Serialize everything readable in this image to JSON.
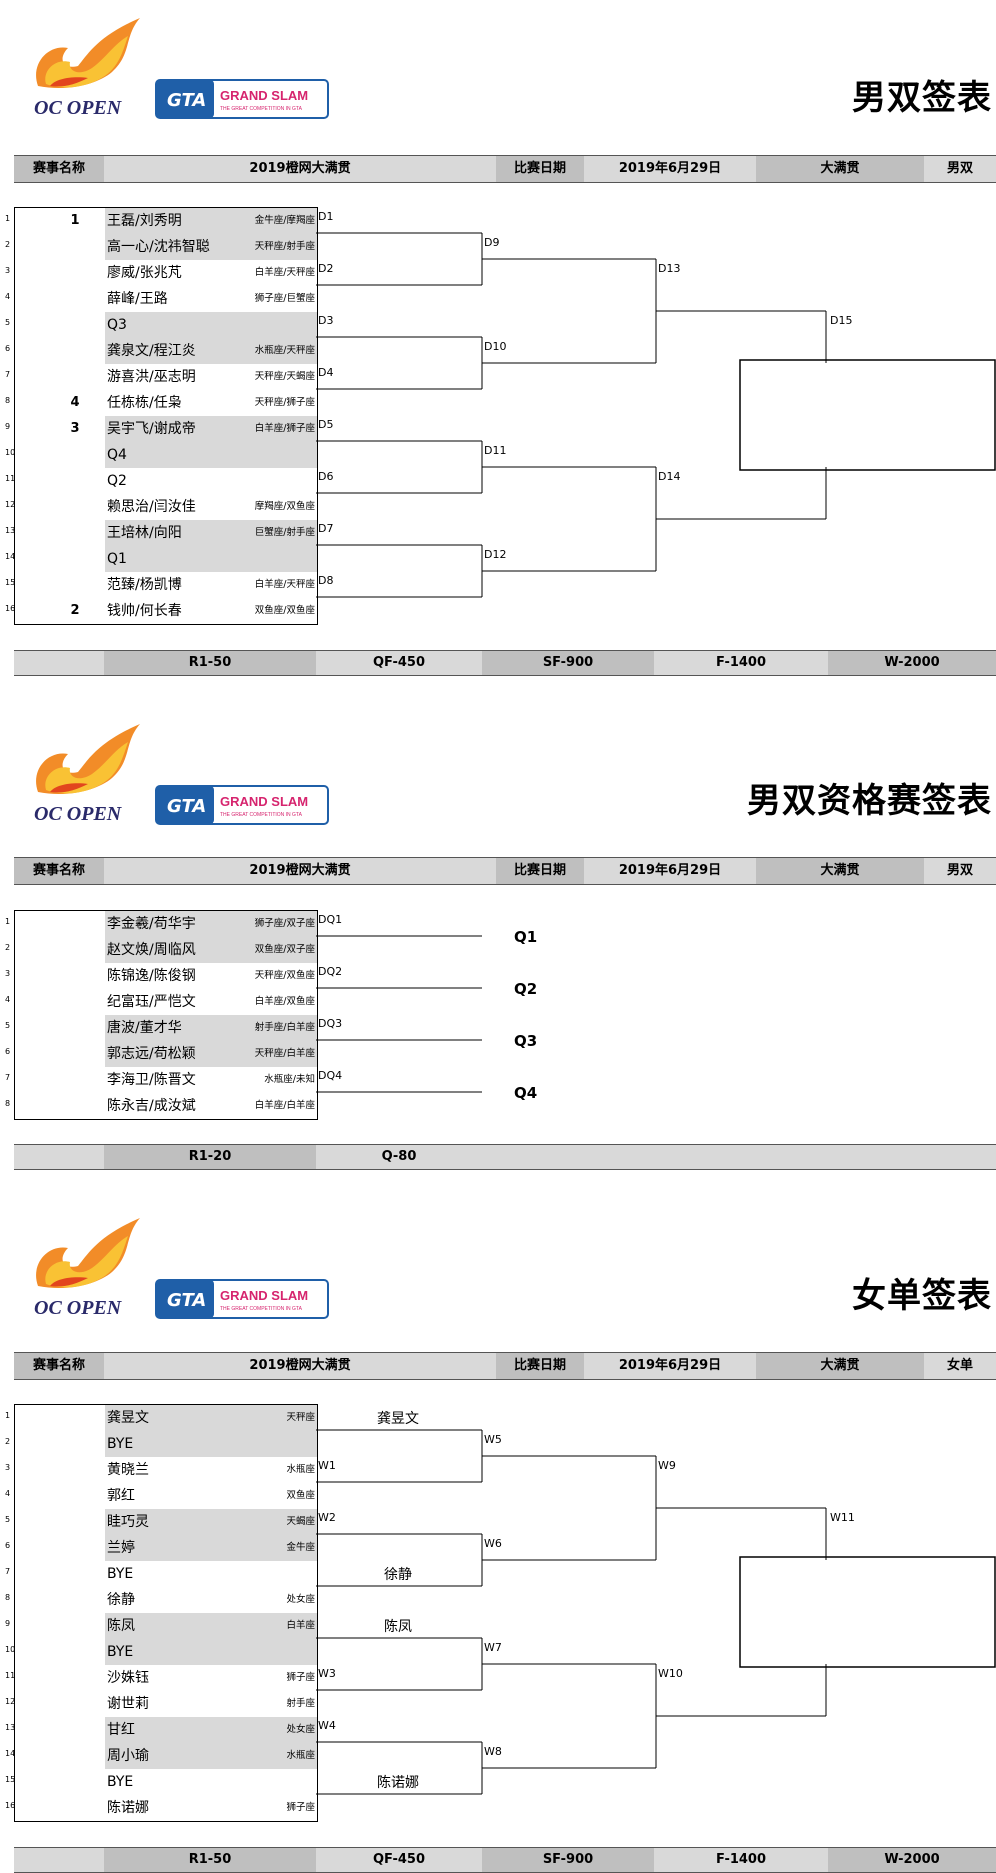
{
  "logo": {
    "oc_text": "OC OPEN",
    "gta_text": "GTA",
    "grand_slam": "GRAND SLAM",
    "tagline": "THE GREAT COMPETITION IN GTA"
  },
  "colors": {
    "header_gray": "#d9d9d9",
    "header_dark": "#bfbfbf",
    "flame_orange": "#f28c28",
    "gta_blue": "#1f5fa8",
    "gs_pink": "#d6246e"
  },
  "info_labels": {
    "event_name": "赛事名称",
    "event_value": "2019橙网大满贯",
    "date_label": "比赛日期",
    "date_value": "2019年6月29日",
    "level": "大满贯"
  },
  "sections": [
    {
      "title": "男双签表",
      "category": "男双",
      "points": [
        "R1-50",
        "QF-450",
        "SF-900",
        "F-1400",
        "W-2000"
      ],
      "rows": [
        {
          "n": "1",
          "seed": "1",
          "name": "王磊/刘秀明",
          "zodiac": "金牛座/摩羯座"
        },
        {
          "n": "2",
          "seed": "",
          "name": "高一心/沈祎智聪",
          "zodiac": "天秤座/射手座"
        },
        {
          "n": "3",
          "seed": "",
          "name": "廖威/张兆芃",
          "zodiac": "白羊座/天秤座"
        },
        {
          "n": "4",
          "seed": "",
          "name": "薛峰/王路",
          "zodiac": "狮子座/巨蟹座"
        },
        {
          "n": "5",
          "seed": "",
          "name": "Q3",
          "zodiac": ""
        },
        {
          "n": "6",
          "seed": "",
          "name": "龚泉文/程江炎",
          "zodiac": "水瓶座/天秤座"
        },
        {
          "n": "7",
          "seed": "",
          "name": "游喜洪/巫志明",
          "zodiac": "天秤座/天蝎座"
        },
        {
          "n": "8",
          "seed": "4",
          "name": "任栋栋/任枭",
          "zodiac": "天秤座/狮子座"
        },
        {
          "n": "9",
          "seed": "3",
          "name": "吴宇飞/谢成帝",
          "zodiac": "白羊座/狮子座"
        },
        {
          "n": "10",
          "seed": "",
          "name": "Q4",
          "zodiac": ""
        },
        {
          "n": "11",
          "seed": "",
          "name": "Q2",
          "zodiac": ""
        },
        {
          "n": "12",
          "seed": "",
          "name": "赖思治/闫汝佳",
          "zodiac": "摩羯座/双鱼座"
        },
        {
          "n": "13",
          "seed": "",
          "name": "王培林/向阳",
          "zodiac": "巨蟹座/射手座"
        },
        {
          "n": "14",
          "seed": "",
          "name": "Q1",
          "zodiac": ""
        },
        {
          "n": "15",
          "seed": "",
          "name": "范臻/杨凯博",
          "zodiac": "白羊座/天秤座"
        },
        {
          "n": "16",
          "seed": "2",
          "name": "钱帅/何长春",
          "zodiac": "双鱼座/双鱼座"
        }
      ],
      "r1_labels": [
        "D1",
        "D2",
        "D3",
        "D4",
        "D5",
        "D6",
        "D7",
        "D8"
      ],
      "qf_labels": [
        "D9",
        "D10",
        "D11",
        "D12"
      ],
      "sf_labels": [
        "D13",
        "D14"
      ],
      "final_label": "D15"
    },
    {
      "title": "男双资格赛签表",
      "category": "男双",
      "points": [
        "R1-20",
        "Q-80"
      ],
      "rows": [
        {
          "n": "1",
          "name": "李金羲/苟华宇",
          "zodiac": "狮子座/双子座"
        },
        {
          "n": "2",
          "name": "赵文焕/周临风",
          "zodiac": "双鱼座/双子座"
        },
        {
          "n": "3",
          "name": "陈锦逸/陈俊钢",
          "zodiac": "天秤座/双鱼座"
        },
        {
          "n": "4",
          "name": "纪富珏/严恺文",
          "zodiac": "白羊座/双鱼座"
        },
        {
          "n": "5",
          "name": "唐波/董才华",
          "zodiac": "射手座/白羊座"
        },
        {
          "n": "6",
          "name": "郭志远/苟松颖",
          "zodiac": "天秤座/白羊座"
        },
        {
          "n": "7",
          "name": "李海卫/陈晋文",
          "zodiac": "水瓶座/未知"
        },
        {
          "n": "8",
          "name": "陈永吉/成汝斌",
          "zodiac": "白羊座/白羊座"
        }
      ],
      "r1_labels": [
        "DQ1",
        "DQ2",
        "DQ3",
        "DQ4"
      ],
      "q_results": [
        "Q1",
        "Q2",
        "Q3",
        "Q4"
      ]
    },
    {
      "title": "女单签表",
      "category": "女单",
      "points": [
        "R1-50",
        "QF-450",
        "SF-900",
        "F-1400",
        "W-2000"
      ],
      "rows": [
        {
          "n": "1",
          "name": "龚昱文",
          "zodiac": "天秤座"
        },
        {
          "n": "2",
          "name": "BYE",
          "zodiac": ""
        },
        {
          "n": "3",
          "name": "黄晓兰",
          "zodiac": "水瓶座"
        },
        {
          "n": "4",
          "name": "郭红",
          "zodiac": "双鱼座"
        },
        {
          "n": "5",
          "name": "眭巧灵",
          "zodiac": "天蝎座"
        },
        {
          "n": "6",
          "name": "兰婷",
          "zodiac": "金牛座"
        },
        {
          "n": "7",
          "name": "BYE",
          "zodiac": ""
        },
        {
          "n": "8",
          "name": "徐静",
          "zodiac": "处女座"
        },
        {
          "n": "9",
          "name": "陈凤",
          "zodiac": "白羊座"
        },
        {
          "n": "10",
          "name": "BYE",
          "zodiac": ""
        },
        {
          "n": "11",
          "name": "沙姝钰",
          "zodiac": "狮子座"
        },
        {
          "n": "12",
          "name": "谢世莉",
          "zodiac": "射手座"
        },
        {
          "n": "13",
          "name": "甘红",
          "zodiac": "处女座"
        },
        {
          "n": "14",
          "name": "周小瑜",
          "zodiac": "水瓶座"
        },
        {
          "n": "15",
          "name": "BYE",
          "zodiac": ""
        },
        {
          "n": "16",
          "name": "陈诺娜",
          "zodiac": "狮子座"
        }
      ],
      "r1_labels": [
        "",
        "W1",
        "W2",
        "",
        "",
        "W3",
        "W4",
        ""
      ],
      "r1_advance": [
        "龚昱文",
        "",
        "",
        "徐静",
        "陈凤",
        "",
        "",
        "陈诺娜"
      ],
      "qf_labels": [
        "W5",
        "W6",
        "W7",
        "W8"
      ],
      "sf_labels": [
        "W9",
        "W10"
      ],
      "final_label": "W11"
    }
  ]
}
